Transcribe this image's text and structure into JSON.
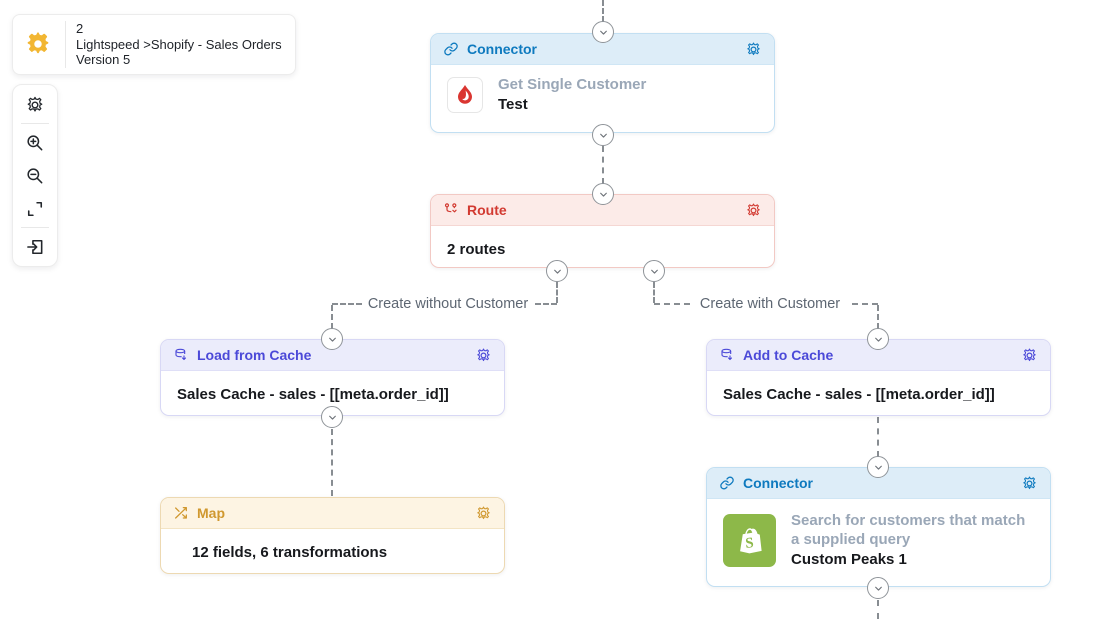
{
  "flow_card": {
    "number": "2",
    "title": "Lightspeed >Shopify - Sales Orders",
    "version": "Version 5"
  },
  "toolbar": {
    "buttons": [
      "settings",
      "zoom-in",
      "zoom-out",
      "expand",
      "exit"
    ]
  },
  "nodes": {
    "connector_top": {
      "type_label": "Connector",
      "action": "Get Single Customer",
      "name": "Test",
      "app": "Lightspeed"
    },
    "route": {
      "type_label": "Route",
      "summary": "2 routes"
    },
    "load_from_cache": {
      "type_label": "Load from Cache",
      "summary": "Sales Cache - sales - [[meta.order_id]]"
    },
    "add_to_cache": {
      "type_label": "Add to Cache",
      "summary": "Sales Cache - sales - [[meta.order_id]]"
    },
    "map": {
      "type_label": "Map",
      "summary": "12 fields, 6 transformations"
    },
    "connector_bottom": {
      "type_label": "Connector",
      "action": "Search for customers that match a supplied query",
      "name": "Custom Peaks 1",
      "app": "Shopify"
    }
  },
  "branch_labels": {
    "left": "Create without Customer",
    "right": "Create with Customer"
  },
  "colors": {
    "connector_accent": "#0e7abf",
    "connector_header_bg": "#ddedf8",
    "route_accent": "#d23a31",
    "route_header_bg": "#fcebe8",
    "cache_accent": "#4b49d8",
    "cache_header_bg": "#ebecfb",
    "map_accent": "#d0982f",
    "map_header_bg": "#fdf4e3",
    "shopify_green": "#8db849",
    "lightspeed_red": "#da3631",
    "brand_yellow": "#f2b632",
    "edge_gray": "#888d92"
  }
}
